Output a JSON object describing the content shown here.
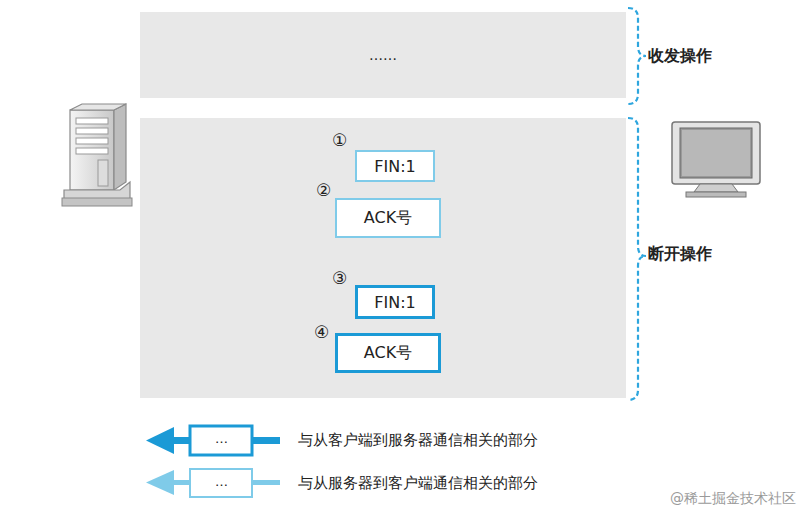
{
  "diagram": {
    "nodes": [
      {
        "text": [
          "……",
          "收发操作"
        ]
      },
      {
        "text": [
          "断开操作"
        ]
      },
      {
        "text": [
          "FIN:1"
        ],
        "in": 1
      },
      {
        "text": [
          "ACK号"
        ],
        "in": 1
      },
      {
        "text": [
          "FIN:1"
        ],
        "in": 1
      },
      {
        "text": [
          "ACK号"
        ],
        "in": 1
      }
    ],
    "labels": [
      "①",
      "②",
      "③",
      "④",
      "…",
      "…",
      "@稀土掘金技术社区"
    ],
    "legend": [
      {
        "text": "与从客户端到服务器通信相关的部分"
      },
      {
        "text": "与从服务器到客户端通信相关的部分"
      }
    ]
  }
}
